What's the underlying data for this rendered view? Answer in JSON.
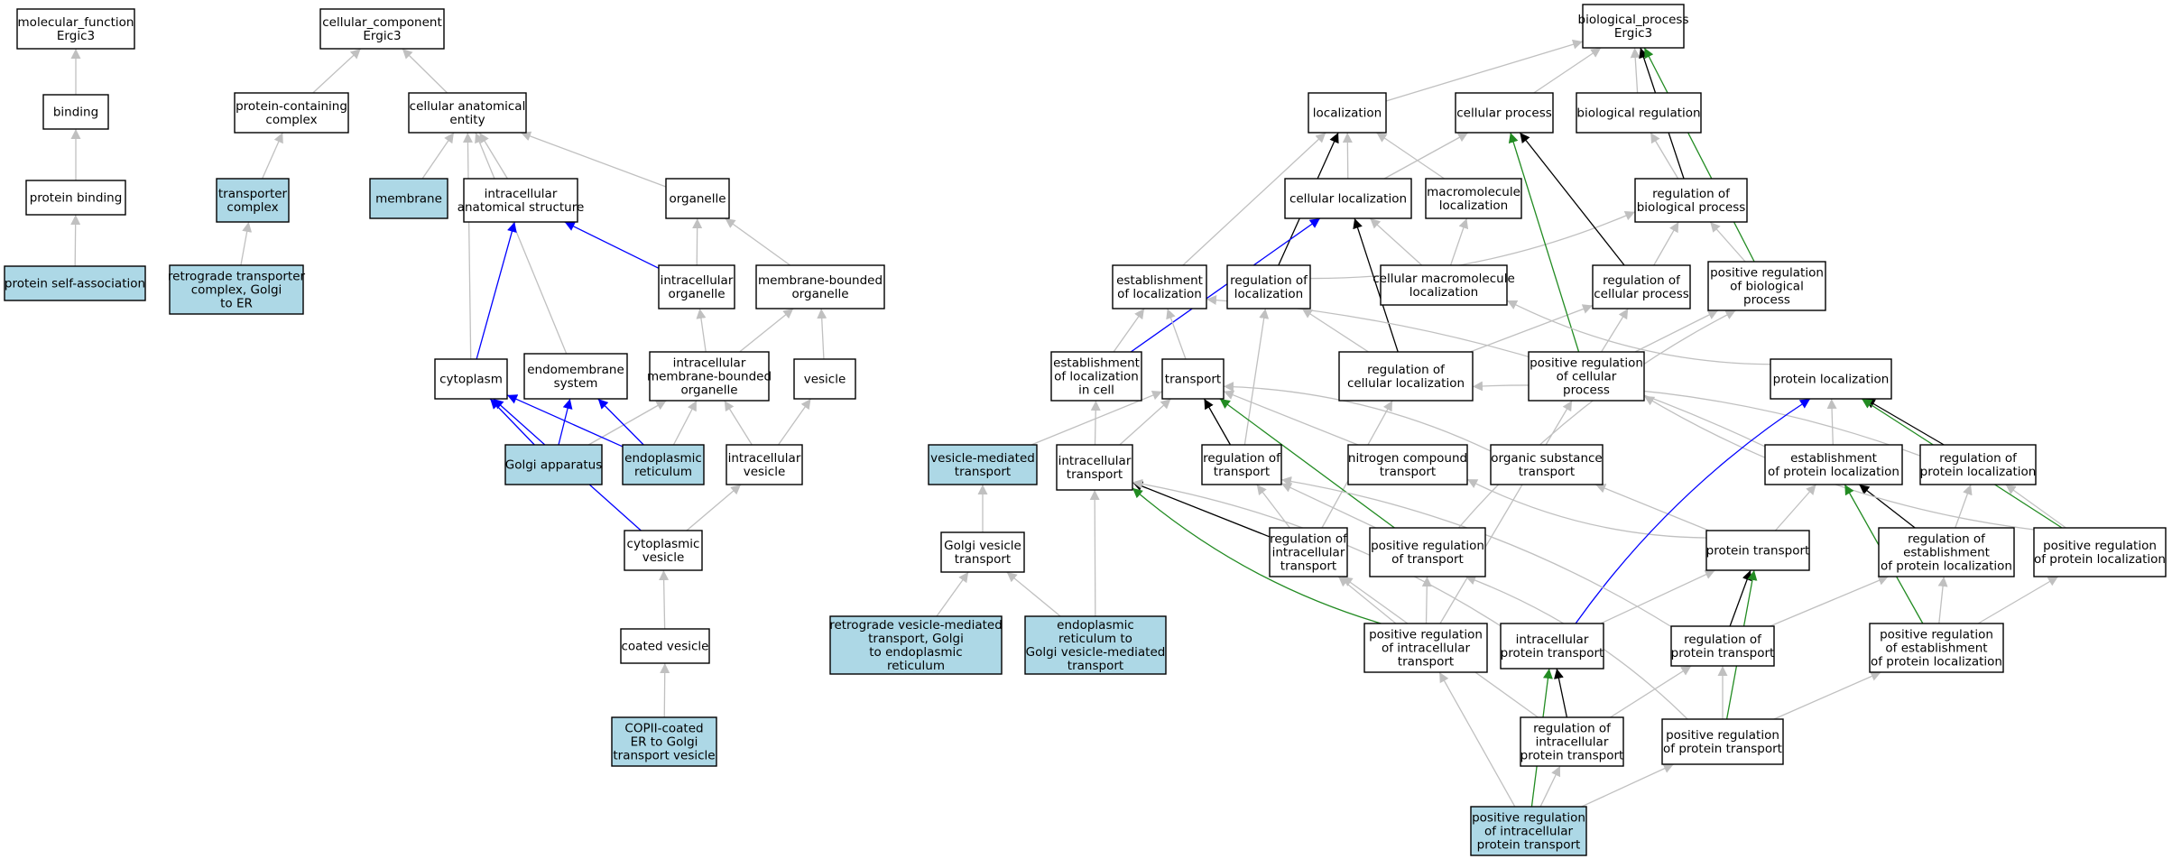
{
  "colors": {
    "highlight_fill": "#add8e6",
    "default_fill": "#ffffff",
    "edge_gray": "#c0c0c0",
    "edge_black": "#000000",
    "edge_blue": "#0000ff",
    "edge_green": "#228b22"
  },
  "nodes": [
    {
      "id": "mf",
      "lines": [
        "molecular_function",
        "Ergic3"
      ],
      "highlight": false
    },
    {
      "id": "binding",
      "lines": [
        "binding"
      ],
      "highlight": false
    },
    {
      "id": "prot_binding",
      "lines": [
        "protein binding"
      ],
      "highlight": false
    },
    {
      "id": "self_assoc",
      "lines": [
        "protein self-association"
      ],
      "highlight": true
    },
    {
      "id": "cc",
      "lines": [
        "cellular_component",
        "Ergic3"
      ],
      "highlight": false
    },
    {
      "id": "pcc",
      "lines": [
        "protein-containing",
        "complex"
      ],
      "highlight": false
    },
    {
      "id": "transporter",
      "lines": [
        "transporter",
        "complex"
      ],
      "highlight": true
    },
    {
      "id": "retro_complex",
      "lines": [
        "retrograde transporter",
        "complex, Golgi",
        "to ER"
      ],
      "highlight": true
    },
    {
      "id": "cae",
      "lines": [
        "cellular anatomical",
        "entity"
      ],
      "highlight": false
    },
    {
      "id": "membrane",
      "lines": [
        "membrane"
      ],
      "highlight": true
    },
    {
      "id": "ias",
      "lines": [
        "intracellular",
        "anatomical structure"
      ],
      "highlight": false
    },
    {
      "id": "organelle",
      "lines": [
        "organelle"
      ],
      "highlight": false
    },
    {
      "id": "intra_org",
      "lines": [
        "intracellular",
        "organelle"
      ],
      "highlight": false
    },
    {
      "id": "mbo",
      "lines": [
        "membrane-bounded",
        "organelle"
      ],
      "highlight": false
    },
    {
      "id": "cytoplasm",
      "lines": [
        "cytoplasm"
      ],
      "highlight": false
    },
    {
      "id": "endomem",
      "lines": [
        "endomembrane",
        "system"
      ],
      "highlight": false
    },
    {
      "id": "imbo",
      "lines": [
        "intracellular",
        "membrane-bounded",
        "organelle"
      ],
      "highlight": false
    },
    {
      "id": "vesicle",
      "lines": [
        "vesicle"
      ],
      "highlight": false
    },
    {
      "id": "golgi",
      "lines": [
        "Golgi apparatus"
      ],
      "highlight": true
    },
    {
      "id": "er",
      "lines": [
        "endoplasmic",
        "reticulum"
      ],
      "highlight": true
    },
    {
      "id": "intra_ves",
      "lines": [
        "intracellular",
        "vesicle"
      ],
      "highlight": false
    },
    {
      "id": "cyto_ves",
      "lines": [
        "cytoplasmic",
        "vesicle"
      ],
      "highlight": false
    },
    {
      "id": "coated_ves",
      "lines": [
        "coated vesicle"
      ],
      "highlight": false
    },
    {
      "id": "copii",
      "lines": [
        "COPII-coated",
        "ER to Golgi",
        "transport vesicle"
      ],
      "highlight": true
    },
    {
      "id": "bp",
      "lines": [
        "biological_process",
        "Ergic3"
      ],
      "highlight": false
    },
    {
      "id": "localization",
      "lines": [
        "localization"
      ],
      "highlight": false
    },
    {
      "id": "cell_proc",
      "lines": [
        "cellular process"
      ],
      "highlight": false
    },
    {
      "id": "bio_reg",
      "lines": [
        "biological regulation"
      ],
      "highlight": false
    },
    {
      "id": "cell_loc",
      "lines": [
        "cellular localization"
      ],
      "highlight": false
    },
    {
      "id": "macro_loc",
      "lines": [
        "macromolecule",
        "localization"
      ],
      "highlight": false
    },
    {
      "id": "reg_bp",
      "lines": [
        "regulation of",
        "biological process"
      ],
      "highlight": false
    },
    {
      "id": "est_loc",
      "lines": [
        "establishment",
        "of localization"
      ],
      "highlight": false
    },
    {
      "id": "reg_loc",
      "lines": [
        "regulation of",
        "localization"
      ],
      "highlight": false
    },
    {
      "id": "cell_macro_loc",
      "lines": [
        "cellular macromolecule",
        "localization"
      ],
      "highlight": false
    },
    {
      "id": "reg_cp",
      "lines": [
        "regulation of",
        "cellular process"
      ],
      "highlight": false
    },
    {
      "id": "pos_reg_bp",
      "lines": [
        "positive regulation",
        "of biological",
        "process"
      ],
      "highlight": false
    },
    {
      "id": "est_loc_cell",
      "lines": [
        "establishment",
        "of localization",
        "in cell"
      ],
      "highlight": false
    },
    {
      "id": "transport",
      "lines": [
        "transport"
      ],
      "highlight": false
    },
    {
      "id": "reg_cell_loc",
      "lines": [
        "regulation of",
        "cellular localization"
      ],
      "highlight": false
    },
    {
      "id": "pos_reg_cp",
      "lines": [
        "positive regulation",
        "of cellular",
        "process"
      ],
      "highlight": false
    },
    {
      "id": "prot_loc",
      "lines": [
        "protein localization"
      ],
      "highlight": false
    },
    {
      "id": "ves_med",
      "lines": [
        "vesicle-mediated",
        "transport"
      ],
      "highlight": true
    },
    {
      "id": "intra_tr",
      "lines": [
        "intracellular",
        "transport"
      ],
      "highlight": false
    },
    {
      "id": "reg_tr",
      "lines": [
        "regulation of",
        "transport"
      ],
      "highlight": false
    },
    {
      "id": "nitro",
      "lines": [
        "nitrogen compound",
        "transport"
      ],
      "highlight": false
    },
    {
      "id": "org_sub",
      "lines": [
        "organic substance",
        "transport"
      ],
      "highlight": false
    },
    {
      "id": "est_prot_loc",
      "lines": [
        "establishment",
        "of protein localization"
      ],
      "highlight": false
    },
    {
      "id": "reg_prot_loc",
      "lines": [
        "regulation of",
        "protein localization"
      ],
      "highlight": false
    },
    {
      "id": "golgi_ves",
      "lines": [
        "Golgi vesicle",
        "transport"
      ],
      "highlight": false
    },
    {
      "id": "reg_intra_tr",
      "lines": [
        "regulation of",
        "intracellular",
        "transport"
      ],
      "highlight": false
    },
    {
      "id": "pos_reg_tr",
      "lines": [
        "positive regulation",
        "of transport"
      ],
      "highlight": false
    },
    {
      "id": "prot_tr",
      "lines": [
        "protein transport"
      ],
      "highlight": false
    },
    {
      "id": "reg_est_prot_loc",
      "lines": [
        "regulation of",
        "establishment",
        "of protein localization"
      ],
      "highlight": false
    },
    {
      "id": "pos_reg_prot_loc",
      "lines": [
        "positive regulation",
        "of protein localization"
      ],
      "highlight": false
    },
    {
      "id": "retro_ves",
      "lines": [
        "retrograde vesicle-mediated",
        "transport, Golgi",
        "to endoplasmic",
        "reticulum"
      ],
      "highlight": true
    },
    {
      "id": "er_golgi",
      "lines": [
        "endoplasmic",
        "reticulum to",
        "Golgi vesicle-mediated",
        "transport"
      ],
      "highlight": true
    },
    {
      "id": "pos_reg_intra_tr",
      "lines": [
        "positive regulation",
        "of intracellular",
        "transport"
      ],
      "highlight": false
    },
    {
      "id": "intra_prot_tr",
      "lines": [
        "intracellular",
        "protein transport"
      ],
      "highlight": false
    },
    {
      "id": "reg_prot_tr",
      "lines": [
        "regulation of",
        "protein transport"
      ],
      "highlight": false
    },
    {
      "id": "pos_reg_est_prot_loc",
      "lines": [
        "positive regulation",
        "of establishment",
        "of protein localization"
      ],
      "highlight": false
    },
    {
      "id": "reg_intra_prot_tr",
      "lines": [
        "regulation of",
        "intracellular",
        "protein transport"
      ],
      "highlight": false
    },
    {
      "id": "pos_reg_prot_tr",
      "lines": [
        "positive regulation",
        "of protein transport"
      ],
      "highlight": false
    },
    {
      "id": "pos_reg_intra_prot_tr",
      "lines": [
        "positive regulation",
        "of intracellular",
        "protein transport"
      ],
      "highlight": true
    }
  ],
  "edges": [
    {
      "from": "binding",
      "to": "mf",
      "kind": "is_a"
    },
    {
      "from": "prot_binding",
      "to": "binding",
      "kind": "is_a"
    },
    {
      "from": "self_assoc",
      "to": "prot_binding",
      "kind": "is_a"
    },
    {
      "from": "pcc",
      "to": "cc",
      "kind": "is_a"
    },
    {
      "from": "cae",
      "to": "cc",
      "kind": "is_a"
    },
    {
      "from": "transporter",
      "to": "pcc",
      "kind": "is_a"
    },
    {
      "from": "retro_complex",
      "to": "transporter",
      "kind": "is_a"
    },
    {
      "from": "membrane",
      "to": "cae",
      "kind": "is_a"
    },
    {
      "from": "ias",
      "to": "cae",
      "kind": "is_a"
    },
    {
      "from": "organelle",
      "to": "cae",
      "kind": "is_a"
    },
    {
      "from": "cytoplasm",
      "to": "cae",
      "kind": "is_a"
    },
    {
      "from": "endomem",
      "to": "cae",
      "kind": "is_a"
    },
    {
      "from": "intra_org",
      "to": "organelle",
      "kind": "is_a"
    },
    {
      "from": "intra_org",
      "to": "ias",
      "kind": "part_of"
    },
    {
      "from": "mbo",
      "to": "organelle",
      "kind": "is_a"
    },
    {
      "from": "cytoplasm",
      "to": "ias",
      "kind": "part_of"
    },
    {
      "from": "imbo",
      "to": "intra_org",
      "kind": "is_a"
    },
    {
      "from": "imbo",
      "to": "mbo",
      "kind": "is_a"
    },
    {
      "from": "vesicle",
      "to": "mbo",
      "kind": "is_a"
    },
    {
      "from": "golgi",
      "to": "cytoplasm",
      "kind": "part_of"
    },
    {
      "from": "golgi",
      "to": "endomem",
      "kind": "part_of"
    },
    {
      "from": "golgi",
      "to": "imbo",
      "kind": "is_a"
    },
    {
      "from": "er",
      "to": "cytoplasm",
      "kind": "part_of"
    },
    {
      "from": "er",
      "to": "endomem",
      "kind": "part_of"
    },
    {
      "from": "er",
      "to": "imbo",
      "kind": "is_a"
    },
    {
      "from": "intra_ves",
      "to": "imbo",
      "kind": "is_a"
    },
    {
      "from": "intra_ves",
      "to": "vesicle",
      "kind": "is_a"
    },
    {
      "from": "cyto_ves",
      "to": "cytoplasm",
      "kind": "part_of"
    },
    {
      "from": "cyto_ves",
      "to": "intra_ves",
      "kind": "is_a"
    },
    {
      "from": "coated_ves",
      "to": "cyto_ves",
      "kind": "is_a"
    },
    {
      "from": "copii",
      "to": "coated_ves",
      "kind": "is_a"
    },
    {
      "from": "localization",
      "to": "bp",
      "kind": "is_a"
    },
    {
      "from": "cell_proc",
      "to": "bp",
      "kind": "is_a"
    },
    {
      "from": "bio_reg",
      "to": "bp",
      "kind": "is_a"
    },
    {
      "from": "reg_bp",
      "to": "bp",
      "kind": "regulates"
    },
    {
      "from": "pos_reg_bp",
      "to": "bp",
      "kind": "positively_regulates"
    },
    {
      "from": "cell_loc",
      "to": "localization",
      "kind": "is_a"
    },
    {
      "from": "cell_loc",
      "to": "cell_proc",
      "kind": "is_a"
    },
    {
      "from": "macro_loc",
      "to": "localization",
      "kind": "is_a"
    },
    {
      "from": "reg_bp",
      "to": "bio_reg",
      "kind": "is_a"
    },
    {
      "from": "est_loc",
      "to": "localization",
      "kind": "is_a"
    },
    {
      "from": "reg_loc",
      "to": "localization",
      "kind": "regulates"
    },
    {
      "from": "reg_loc",
      "to": "reg_bp",
      "kind": "is_a"
    },
    {
      "from": "cell_macro_loc",
      "to": "cell_loc",
      "kind": "is_a"
    },
    {
      "from": "cell_macro_loc",
      "to": "macro_loc",
      "kind": "is_a"
    },
    {
      "from": "reg_cp",
      "to": "cell_proc",
      "kind": "regulates"
    },
    {
      "from": "reg_cp",
      "to": "reg_bp",
      "kind": "is_a"
    },
    {
      "from": "pos_reg_bp",
      "to": "reg_bp",
      "kind": "is_a"
    },
    {
      "from": "est_loc_cell",
      "to": "cell_loc",
      "kind": "part_of"
    },
    {
      "from": "est_loc_cell",
      "to": "est_loc",
      "kind": "is_a"
    },
    {
      "from": "transport",
      "to": "est_loc",
      "kind": "is_a"
    },
    {
      "from": "reg_cell_loc",
      "to": "cell_loc",
      "kind": "regulates"
    },
    {
      "from": "reg_cell_loc",
      "to": "reg_loc",
      "kind": "is_a"
    },
    {
      "from": "reg_cell_loc",
      "to": "reg_cp",
      "kind": "is_a"
    },
    {
      "from": "pos_reg_cp",
      "to": "cell_proc",
      "kind": "positively_regulates"
    },
    {
      "from": "pos_reg_cp",
      "to": "reg_cp",
      "kind": "is_a"
    },
    {
      "from": "pos_reg_cp",
      "to": "pos_reg_bp",
      "kind": "is_a"
    },
    {
      "from": "prot_loc",
      "to": "cell_macro_loc",
      "kind": "is_a"
    },
    {
      "from": "ves_med",
      "to": "transport",
      "kind": "is_a"
    },
    {
      "from": "intra_tr",
      "to": "transport",
      "kind": "is_a"
    },
    {
      "from": "intra_tr",
      "to": "est_loc_cell",
      "kind": "is_a"
    },
    {
      "from": "reg_tr",
      "to": "transport",
      "kind": "regulates"
    },
    {
      "from": "reg_tr",
      "to": "reg_loc",
      "kind": "is_a"
    },
    {
      "from": "nitro",
      "to": "transport",
      "kind": "is_a"
    },
    {
      "from": "org_sub",
      "to": "transport",
      "kind": "is_a"
    },
    {
      "from": "est_prot_loc",
      "to": "prot_loc",
      "kind": "is_a"
    },
    {
      "from": "est_prot_loc",
      "to": "est_loc",
      "kind": "is_a"
    },
    {
      "from": "reg_prot_loc",
      "to": "prot_loc",
      "kind": "regulates"
    },
    {
      "from": "reg_prot_loc",
      "to": "reg_cell_loc",
      "kind": "is_a"
    },
    {
      "from": "golgi_ves",
      "to": "ves_med",
      "kind": "is_a"
    },
    {
      "from": "reg_intra_tr",
      "to": "intra_tr",
      "kind": "regulates"
    },
    {
      "from": "reg_intra_tr",
      "to": "reg_tr",
      "kind": "is_a"
    },
    {
      "from": "reg_intra_tr",
      "to": "reg_cell_loc",
      "kind": "is_a"
    },
    {
      "from": "pos_reg_tr",
      "to": "transport",
      "kind": "positively_regulates"
    },
    {
      "from": "pos_reg_tr",
      "to": "reg_tr",
      "kind": "is_a"
    },
    {
      "from": "pos_reg_tr",
      "to": "pos_reg_bp",
      "kind": "is_a"
    },
    {
      "from": "prot_tr",
      "to": "est_prot_loc",
      "kind": "is_a"
    },
    {
      "from": "prot_tr",
      "to": "nitro",
      "kind": "is_a"
    },
    {
      "from": "prot_tr",
      "to": "org_sub",
      "kind": "is_a"
    },
    {
      "from": "reg_est_prot_loc",
      "to": "est_prot_loc",
      "kind": "regulates"
    },
    {
      "from": "reg_est_prot_loc",
      "to": "reg_prot_loc",
      "kind": "is_a"
    },
    {
      "from": "pos_reg_prot_loc",
      "to": "prot_loc",
      "kind": "positively_regulates"
    },
    {
      "from": "pos_reg_prot_loc",
      "to": "reg_prot_loc",
      "kind": "is_a"
    },
    {
      "from": "pos_reg_prot_loc",
      "to": "pos_reg_cp",
      "kind": "is_a"
    },
    {
      "from": "retro_ves",
      "to": "golgi_ves",
      "kind": "is_a"
    },
    {
      "from": "er_golgi",
      "to": "golgi_ves",
      "kind": "is_a"
    },
    {
      "from": "er_golgi",
      "to": "intra_tr",
      "kind": "is_a"
    },
    {
      "from": "pos_reg_intra_tr",
      "to": "intra_tr",
      "kind": "positively_regulates"
    },
    {
      "from": "pos_reg_intra_tr",
      "to": "reg_intra_tr",
      "kind": "is_a"
    },
    {
      "from": "pos_reg_intra_tr",
      "to": "pos_reg_tr",
      "kind": "is_a"
    },
    {
      "from": "pos_reg_intra_tr",
      "to": "pos_reg_cp",
      "kind": "is_a"
    },
    {
      "from": "intra_prot_tr",
      "to": "prot_tr",
      "kind": "is_a"
    },
    {
      "from": "intra_prot_tr",
      "to": "intra_tr",
      "kind": "is_a"
    },
    {
      "from": "intra_prot_tr",
      "to": "prot_loc",
      "kind": "part_of"
    },
    {
      "from": "reg_prot_tr",
      "to": "prot_tr",
      "kind": "regulates"
    },
    {
      "from": "reg_prot_tr",
      "to": "reg_est_prot_loc",
      "kind": "is_a"
    },
    {
      "from": "reg_prot_tr",
      "to": "reg_tr",
      "kind": "is_a"
    },
    {
      "from": "pos_reg_est_prot_loc",
      "to": "est_prot_loc",
      "kind": "positively_regulates"
    },
    {
      "from": "pos_reg_est_prot_loc",
      "to": "reg_est_prot_loc",
      "kind": "is_a"
    },
    {
      "from": "pos_reg_est_prot_loc",
      "to": "pos_reg_prot_loc",
      "kind": "is_a"
    },
    {
      "from": "reg_intra_prot_tr",
      "to": "intra_prot_tr",
      "kind": "regulates"
    },
    {
      "from": "reg_intra_prot_tr",
      "to": "reg_prot_tr",
      "kind": "is_a"
    },
    {
      "from": "reg_intra_prot_tr",
      "to": "reg_intra_tr",
      "kind": "is_a"
    },
    {
      "from": "pos_reg_prot_tr",
      "to": "prot_tr",
      "kind": "positively_regulates"
    },
    {
      "from": "pos_reg_prot_tr",
      "to": "reg_prot_tr",
      "kind": "is_a"
    },
    {
      "from": "pos_reg_prot_tr",
      "to": "pos_reg_est_prot_loc",
      "kind": "is_a"
    },
    {
      "from": "pos_reg_prot_tr",
      "to": "pos_reg_tr",
      "kind": "is_a"
    },
    {
      "from": "pos_reg_intra_prot_tr",
      "to": "intra_prot_tr",
      "kind": "positively_regulates"
    },
    {
      "from": "pos_reg_intra_prot_tr",
      "to": "reg_intra_prot_tr",
      "kind": "is_a"
    },
    {
      "from": "pos_reg_intra_prot_tr",
      "to": "pos_reg_prot_tr",
      "kind": "is_a"
    },
    {
      "from": "pos_reg_intra_prot_tr",
      "to": "pos_reg_intra_tr",
      "kind": "is_a"
    }
  ]
}
